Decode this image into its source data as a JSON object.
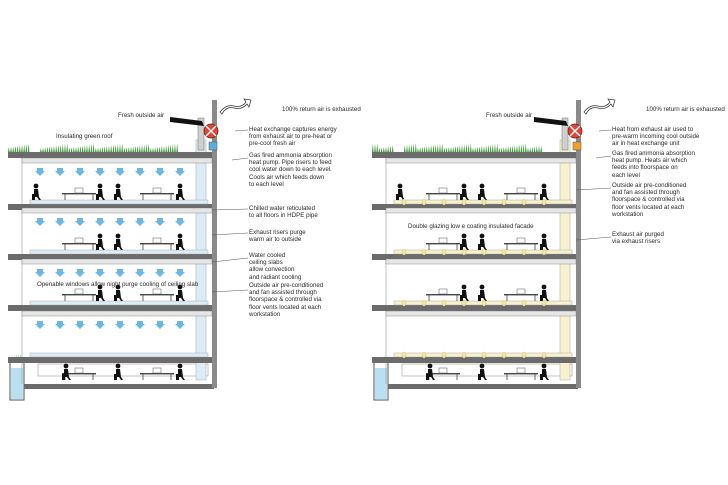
{
  "left_panel": {
    "fresh_air": "Fresh outside air",
    "return_air": "100% return air is exhausted",
    "green_roof": "Insulating green roof",
    "heat_exchange": "Heat exchange captures energy\nfrom exhaust air to pre-heat or\npre-cool fresh air",
    "absorption": "Gas fired ammonia absorption\nheat pump. Pipe risers to feed\ncool water down to each level.\nCools air which feeds down\nto each level",
    "chilled_water": "Chilled water reticulated\nto all floors in HDPE pipe",
    "exhaust_risers": "Exhaust risers purge\nwarm air to outside",
    "ceiling_slabs": "Water cooled\nceiling slabs\nallow convection\nand radiant cooling",
    "openable_windows": "Openable windows allow night purge cooling of ceiling slab",
    "outside_air": "Outside air pre-conditioned\nand fan assisted through\nfloorspace & controlled via\nfloor vents located at each\nworkstation"
  },
  "right_panel": {
    "fresh_air": "Fresh outside air",
    "return_air": "100% return air is exhausted",
    "heat_exhaust": "Heat from exhaust air used to\npre-warm incoming cool outside\nair in heat exchange unit",
    "absorption": "Gas fired ammonia absorption\nheat pump. Heats air which\nfeeds into floorspace on\neach level",
    "outside_air": "Outside air pre-conditioned\nand fan assisted through\nfloorspace & controlled via\nfloor vents located at each\nworkstation",
    "double_glazing": "Double glazing low e coating insulated facade",
    "exhaust_purged": "Exhaust air purged\nvia exhaust risers"
  },
  "colors": {
    "slab": "#6b6b6b",
    "cool_air": "#6fb7e3",
    "warm_air": "#f2e6a8",
    "grass": "#3f9a3a",
    "fan_red": "#d9463a",
    "orange_unit": "#f0a02a",
    "blue_unit": "#5aaee0"
  }
}
